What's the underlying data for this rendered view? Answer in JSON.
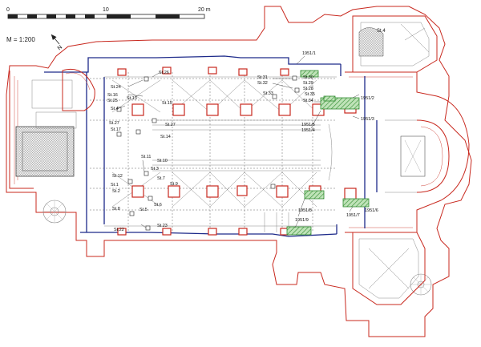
{
  "scale_bar": {
    "ticks": [
      "0",
      "10",
      "20 m"
    ]
  },
  "scale_text": "M = 1:200",
  "rooms": {
    "st4": "St.4"
  },
  "stations_left": {
    "st24": "St.24",
    "st26": "St.26",
    "st16": "St.16",
    "st13": "St.13",
    "st15": "St.15",
    "st4b": "St.4",
    "st25": "St.25",
    "st27": "St.27",
    "st17": "St.17",
    "st14": "St.14",
    "st11": "St.11",
    "st10": "St.10",
    "st12": "St.12",
    "st3": "St.3",
    "st7": "St.7",
    "st9": "St.9",
    "st8": "St.8",
    "st6": "St.6",
    "st5": "St.5",
    "st22": "St.22",
    "st23": "St.23",
    "st1": "St.1",
    "st2": "St.2"
  },
  "stations_right": {
    "st31": "St.31",
    "st32": "St.32",
    "st29": "St.29",
    "st30": "St.30",
    "st28": "St.28",
    "st33": "St.33",
    "st34": "St.34",
    "st35": "St.35"
  },
  "excavations": {
    "e1951_1": "1951/1",
    "e1951_2": "1951/2",
    "e1951_3": "1951/3",
    "e1951_4": "1951/4",
    "e1951_5": "1951/5",
    "e1951_6": "1951/6",
    "e1951_7": "1951/7",
    "e1951_8": "1951/8",
    "e1951_9": "1951/9"
  },
  "colors": {
    "walls_red": "#c8281e",
    "walls_blue": "#1d2a8a",
    "excavation_green": "#2f8a2f"
  },
  "icons": {
    "north_arrow": "north-arrow-icon"
  }
}
